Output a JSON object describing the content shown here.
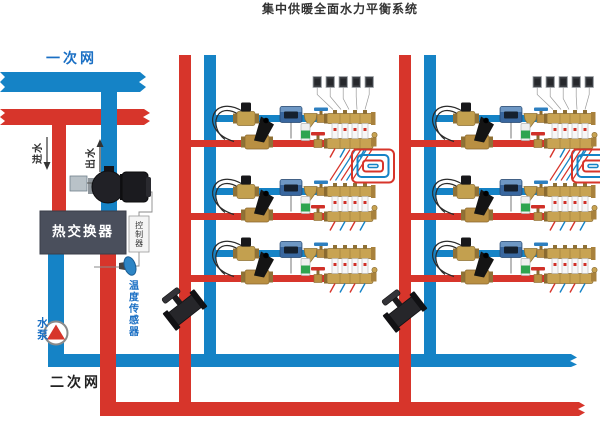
{
  "title": "集中供暖全面水力平衡系统",
  "labels": {
    "primary_network": "一次网",
    "secondary_network": "二次网",
    "heat_exchanger": "热交换器",
    "controller": "控制器",
    "temperature_sensor": "温度传感器",
    "water_pump": "水泵",
    "inlet": "进水",
    "outlet": "出水"
  },
  "colors": {
    "supply_pipe_red": "#d7352b",
    "return_pipe_blue": "#1583c6",
    "brass": "#c3a04f",
    "heat_exchanger_box": "#4a4f5c",
    "label_blue": "#1a6fc4"
  },
  "structure": {
    "riser_pairs": 2,
    "floor_branches_per_riser": 3,
    "thermostats_per_top_manifold": 5,
    "manifold_loops": 4
  }
}
